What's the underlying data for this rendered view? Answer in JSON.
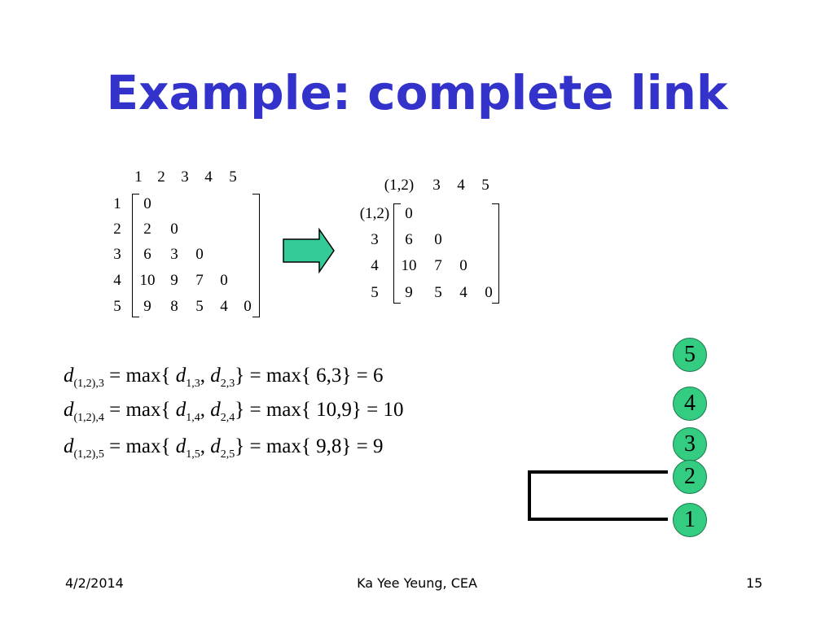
{
  "title": "Example: complete link",
  "matrix1": {
    "col_headers": [
      "1",
      "2",
      "3",
      "4",
      "5"
    ],
    "row_headers": [
      "1",
      "2",
      "3",
      "4",
      "5"
    ],
    "rows": [
      [
        "0"
      ],
      [
        "2",
        "0"
      ],
      [
        "6",
        "3",
        "0"
      ],
      [
        "10",
        "9",
        "7",
        "0"
      ],
      [
        "9",
        "8",
        "5",
        "4",
        "0"
      ]
    ]
  },
  "matrix2": {
    "col_headers": [
      "(1,2)",
      "3",
      "4",
      "5"
    ],
    "row_headers": [
      "(1,2)",
      "3",
      "4",
      "5"
    ],
    "rows": [
      [
        "0"
      ],
      [
        "6",
        "0"
      ],
      [
        "10",
        "7",
        "0"
      ],
      [
        "9",
        "5",
        "4",
        "0"
      ]
    ]
  },
  "arrow_color": "#33cc99",
  "equations": [
    {
      "lhs_sub": "(1,2),3",
      "a_sub": "1,3",
      "b_sub": "2,3",
      "vals": "6,3",
      "result": "6"
    },
    {
      "lhs_sub": "(1,2),4",
      "a_sub": "1,4",
      "b_sub": "2,4",
      "vals": "10,9",
      "result": "10"
    },
    {
      "lhs_sub": "(1,2),5",
      "a_sub": "1,5",
      "b_sub": "2,5",
      "vals": "9,8",
      "result": "9"
    }
  ],
  "equation_parts": {
    "d": "d",
    "max": "max",
    "eq": "=",
    "comma": ","
  },
  "dendrogram_nodes": [
    "5",
    "4",
    "3",
    "2",
    "1"
  ],
  "node_color": "#33cc80",
  "footer": {
    "date": "4/2/2014",
    "author": "Ka Yee Yeung, CEA",
    "page": "15"
  }
}
